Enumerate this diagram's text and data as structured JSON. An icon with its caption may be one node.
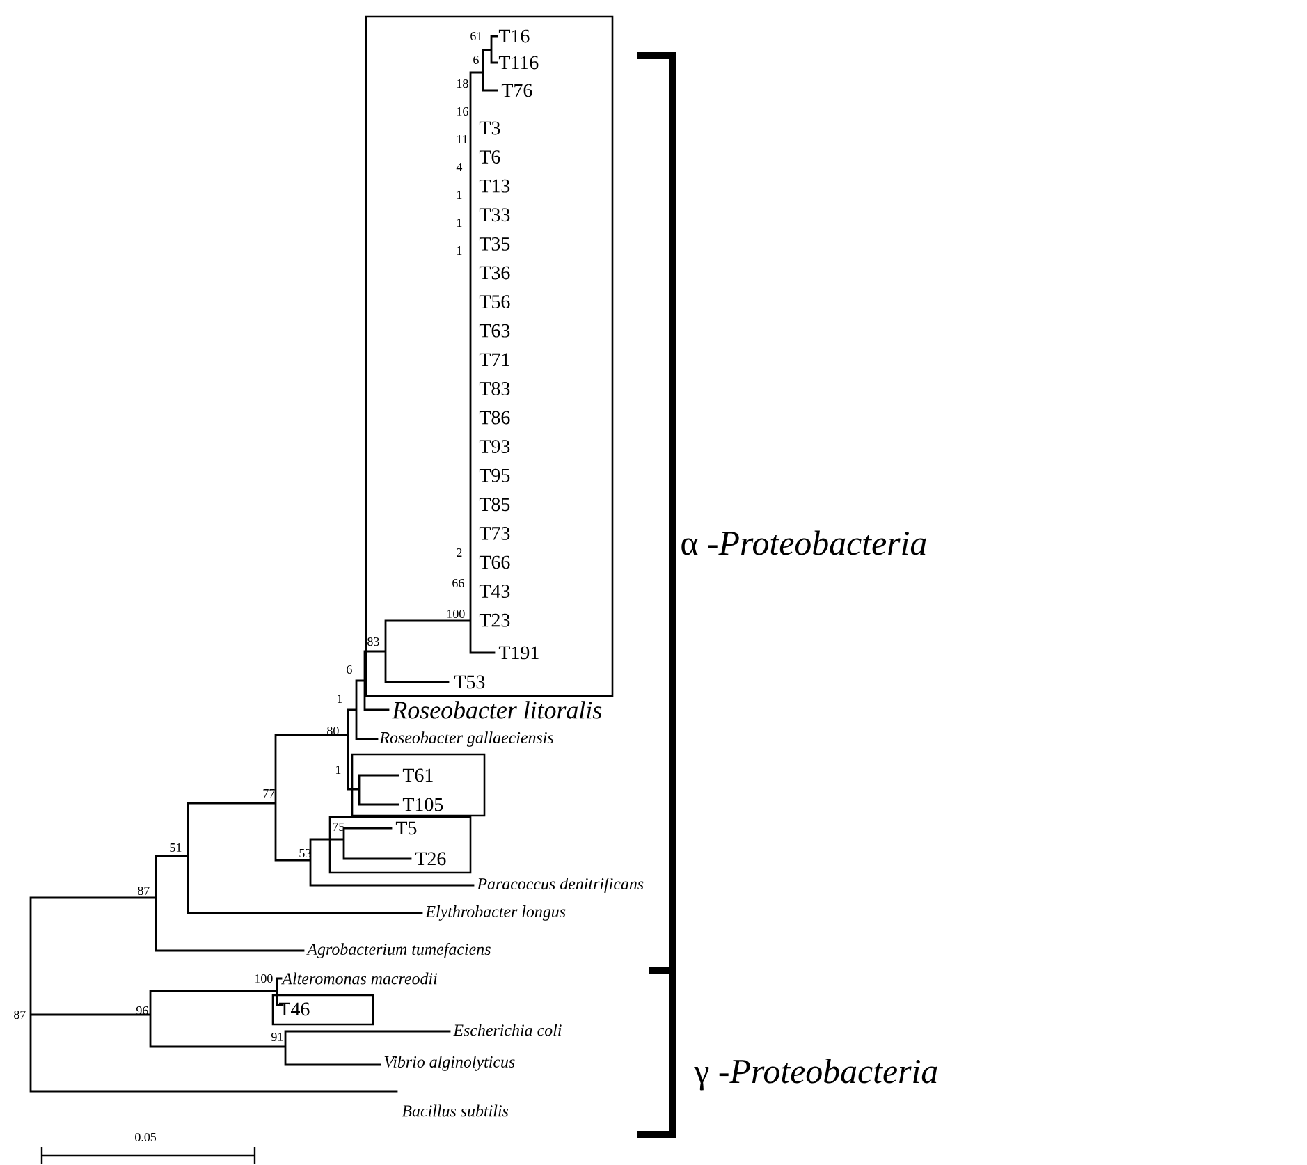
{
  "diagram": {
    "nodes": [
      {
        "text": [
          "T16",
          "T116",
          "T76",
          "T3",
          "T6",
          "T13",
          "T33",
          "T35",
          "T36",
          "T56",
          "T63",
          "T71",
          "T83",
          "T86",
          "T93",
          "T95",
          "T85",
          "T73",
          "T66",
          "T43",
          "T23",
          "T191",
          "T53"
        ]
      },
      {
        "text": [
          "T61",
          "T105"
        ]
      },
      {
        "text": [
          "T5",
          "T26"
        ]
      },
      {
        "text": [
          "T46"
        ]
      }
    ],
    "labels": [
      "61",
      "6",
      "18",
      "16",
      "11",
      "4",
      "1",
      "1",
      "1",
      "α -*Proteobacteria*",
      "2",
      "66",
      "100",
      "83",
      "6",
      "1",
      "Roseobacter litoralis",
      "80",
      "Roseobacter gallaeciensis",
      "1",
      "77",
      "75",
      "51",
      "53",
      "Paracoccus denitrificans",
      "87",
      "Elythrobacter longus",
      "Agrobacterium tumefaciens",
      "100",
      "Alteromonas macreodii",
      "96",
      "87",
      "91",
      "Escherichia coli",
      "γ -*Proteobacteria*",
      "Vibrio alginolyticus",
      "Bacillus subtilis",
      "0.05"
    ]
  }
}
